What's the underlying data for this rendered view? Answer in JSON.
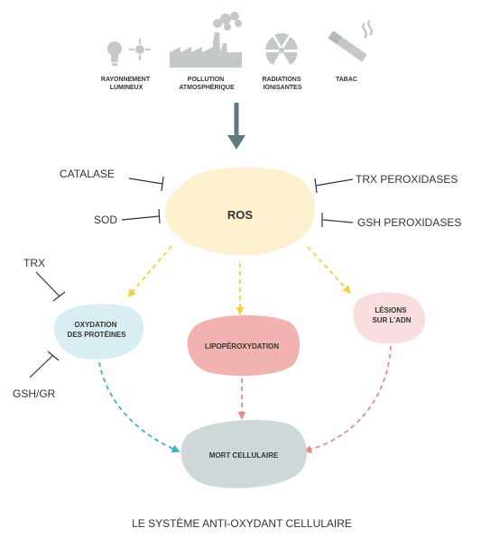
{
  "sources": [
    {
      "lines": [
        "RAYONNEMENT",
        "LUMINEUX"
      ],
      "icon": "light-bulb-sun-icon"
    },
    {
      "lines": [
        "POLLUTION",
        "ATMOSPHÉRIQUE"
      ],
      "icon": "factory-icon"
    },
    {
      "lines": [
        "RADIATIONS",
        "IONISANTES"
      ],
      "icon": "radiation-icon"
    },
    {
      "lines": [
        "TABAC"
      ],
      "icon": "cigarette-icon"
    }
  ],
  "center": {
    "label": "ROS"
  },
  "inhibitors": {
    "catalase": "CATALASE",
    "sod": "SOD",
    "trx_peroxidases": "TRX PEROXIDASES",
    "gsh_peroxidases": "GSH PEROXIDASES",
    "trx": "TRX",
    "gsh_gr": "GSH/GR"
  },
  "effects": {
    "proteins": [
      "OXYDATION",
      "DES PROTÉINES"
    ],
    "lipo": [
      "LIPOPÉROXYDATION"
    ],
    "dna": [
      "LÉSIONS",
      "SUR L’ADN"
    ]
  },
  "outcome": {
    "label": "MORT CELLULAIRE"
  },
  "caption": "LE SYSTÈME ANTI-OXYDANT CELLULAIRE",
  "colors": {
    "ros_fill": "#fcf0cf",
    "proteins_fill": "#d8eef3",
    "lipo_fill": "#f3b2b2",
    "dna_fill": "#f8dede",
    "outcome_fill": "#cfd8d8",
    "arrow_main": "#5e7a7c",
    "arrow_yellow": "#f1d23a",
    "arrow_teal": "#3bb3c6",
    "arrow_pink": "#e98989",
    "icon_gray": "#c4c8c8"
  }
}
